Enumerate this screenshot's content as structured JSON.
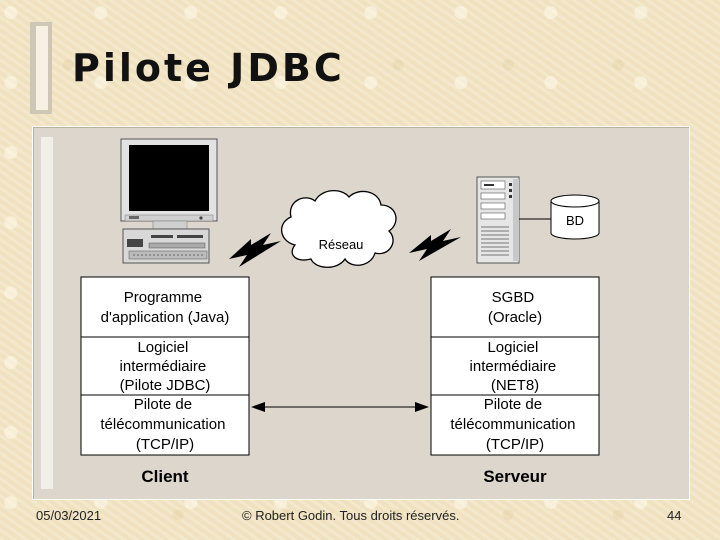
{
  "slide": {
    "title": "Pilote JDBC"
  },
  "diagram": {
    "network_label": "Réseau",
    "db_label": "BD",
    "client": {
      "label": "Client",
      "layers": [
        [
          "Programme",
          "d'application (Java)"
        ],
        [
          "Logiciel",
          "intermédiaire",
          "(Pilote JDBC)"
        ],
        [
          "Pilote de",
          "télécommunication",
          "(TCP/IP)"
        ]
      ]
    },
    "server": {
      "label": "Serveur",
      "layers": [
        [
          "SGBD",
          "(Oracle)"
        ],
        [
          "Logiciel",
          "intermédiaire",
          "(NET8)"
        ],
        [
          "Pilote de",
          "télécommunication",
          "(TCP/IP)"
        ]
      ]
    }
  },
  "footer": {
    "date": "05/03/2021",
    "copyright": "© Robert Godin. Tous droits réservés.",
    "page": "44"
  }
}
